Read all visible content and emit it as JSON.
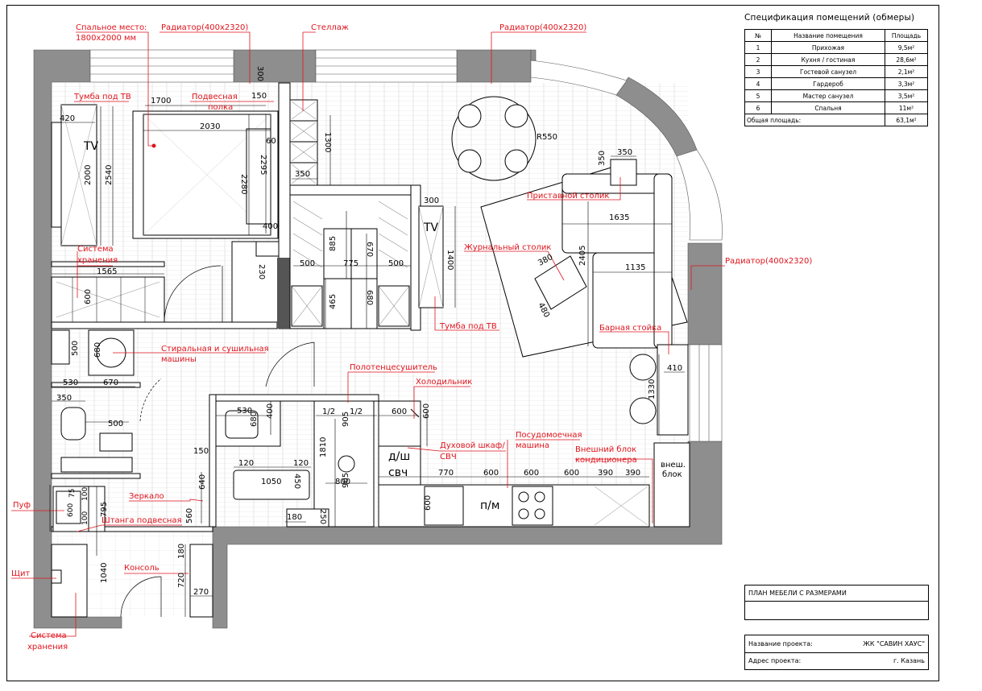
{
  "spec": {
    "title": "Спецификация помещений (обмеры)",
    "headers": [
      "№",
      "Название помещения",
      "Площадь"
    ],
    "rows": [
      {
        "n": "1",
        "name": "Прихожая",
        "area": "9,5м²"
      },
      {
        "n": "2",
        "name": "Кухня / гостиная",
        "area": "28,6м²"
      },
      {
        "n": "3",
        "name": "Гостевой санузел",
        "area": "2,1м²"
      },
      {
        "n": "4",
        "name": "Гардероб",
        "area": "3,3м²"
      },
      {
        "n": "5",
        "name": "Мастер санузел",
        "area": "3,5м²"
      },
      {
        "n": "6",
        "name": "Спальня",
        "area": "11м²"
      }
    ],
    "total_label": "Общая площадь:",
    "total_value": "63,1м²"
  },
  "sheet": {
    "title": "ПЛАН МЕБЕЛИ С РАЗМЕРАМИ",
    "project_label": "Название проекта:",
    "project_value": "ЖК \"САВИН ХАУС\"",
    "address_label": "Адрес проекта:",
    "address_value": "г. Казань"
  },
  "labels": {
    "bed": "Спальное место:",
    "bed_size": "1800х2000 мм",
    "radiator_top": "Радиатор(400х2320)",
    "shelving": "Стеллаж",
    "radiator_right_top": "Радиатор(400х2320)",
    "tv_stand_left": "Тумба под ТВ",
    "hanging_shelf_1": "Подвесная",
    "hanging_shelf_2": "полка",
    "storage_1": "Система",
    "storage_2": "хранения",
    "side_table": "Приставной столик",
    "coffee_table": "Журнальный столик",
    "radiator_right": "Радиатор(400х2320)",
    "tv_stand_mid": "Тумба под ТВ",
    "bar": "Барная стойка",
    "washer_1": "Стиральная и сушильная",
    "washer_2": "машины",
    "towel": "Полотенцесушитель",
    "fridge": "Холодильник",
    "oven_1": "Духовой шкаф/",
    "oven_2": "СВЧ",
    "dishwasher_1": "Посудомоечная",
    "dishwasher_2": "машина",
    "ac_1": "Внешний блок",
    "ac_2": "кондиционера",
    "mirror": "Зеркало",
    "pouf": "Пуф",
    "rod": "Штанга подвесная",
    "panel": "Щит",
    "console": "Консоль",
    "storage_bottom_1": "Система",
    "storage_bottom_2": "хранения"
  },
  "marks": {
    "tv1": "TV",
    "tv2": "TV",
    "oven_a": "д/ш",
    "oven_b": "свч",
    "dw": "п/м",
    "ext_1": "внеш.",
    "ext_2": "блок",
    "radius": "R550"
  },
  "dims": {
    "d1700": "1700",
    "d2030": "2030",
    "d420": "420",
    "d2000": "2000",
    "d2540": "2540",
    "d2280": "2280",
    "d2295": "2295",
    "d60": "60",
    "d150": "150",
    "d300a": "300",
    "d400a": "400",
    "d1300": "1300",
    "d350a": "350",
    "d1565": "1565",
    "d600a": "600",
    "d230": "230",
    "d500a": "500",
    "d775": "775",
    "d500b": "500",
    "d885": "885",
    "d670a": "670",
    "d465": "465",
    "d680a": "680",
    "d300b": "300",
    "d1400": "1400",
    "d350b": "350",
    "d350c": "350",
    "d1635": "1635",
    "d2405": "2405",
    "d1135": "1135",
    "d380": "380",
    "d480": "480",
    "d410": "410",
    "d1330": "1330",
    "d500c": "500",
    "d680b": "680",
    "d530a": "530",
    "d670b": "670",
    "d350d": "350",
    "d500d": "500",
    "d530b": "530",
    "d400b": "400",
    "d680c": "680",
    "d1_2a": "1/2",
    "d1_2b": "1/2",
    "d600b": "600",
    "d600c": "600",
    "d905a": "905",
    "d1810": "1810",
    "d800": "800",
    "d905b": "905",
    "d150b": "150",
    "d120a": "120",
    "d120b": "120",
    "d1050": "1050",
    "d450": "450",
    "d180a": "180",
    "d250": "250",
    "d640": "640",
    "d560": "560",
    "d770": "770",
    "d600d": "600",
    "d600e": "600",
    "d600f": "600",
    "d390a": "390",
    "d390b": "390",
    "d600g": "600",
    "d75": "75",
    "d100a": "100",
    "d600h": "600",
    "d100b": "100",
    "d795": "795",
    "d1040": "1040",
    "d180b": "180",
    "d720": "720",
    "d270": "270"
  }
}
